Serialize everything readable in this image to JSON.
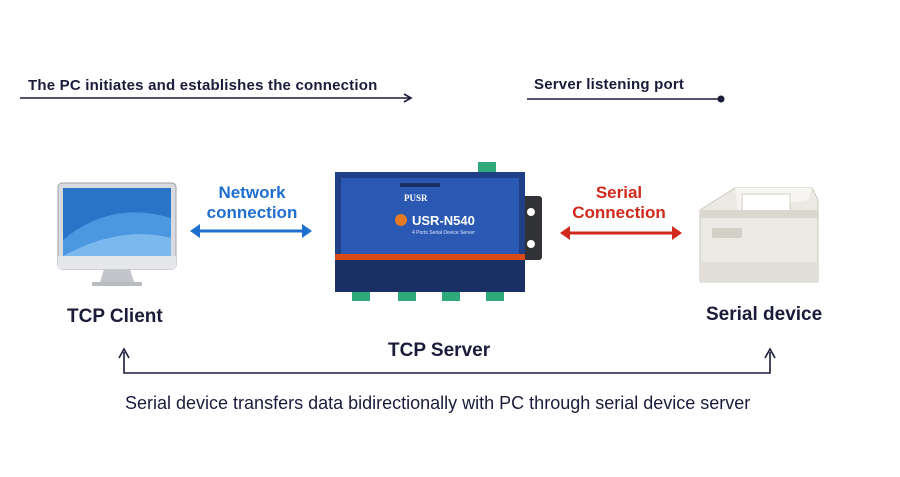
{
  "top_left_note": "The PC initiates and establishes the connection",
  "top_right_note": "Server listening port",
  "network_link": {
    "line1": "Network",
    "line2": "connection",
    "color": "#1e6fd0"
  },
  "serial_link": {
    "line1": "Serial",
    "line2": "Connection",
    "color": "#d12a1c"
  },
  "tcp_client": {
    "label": "TCP Client",
    "icon": "desktop-monitor-icon"
  },
  "tcp_server": {
    "label": "TCP Server",
    "device_brand": "PUSR",
    "device_model": "USR-N540",
    "device_subtitle": "4 Ports Serial Device Server"
  },
  "serial_device": {
    "label": "Serial device",
    "icon": "receipt-printer-icon"
  },
  "bottom_caption": "Serial device transfers data bidirectionally with PC through serial device server"
}
